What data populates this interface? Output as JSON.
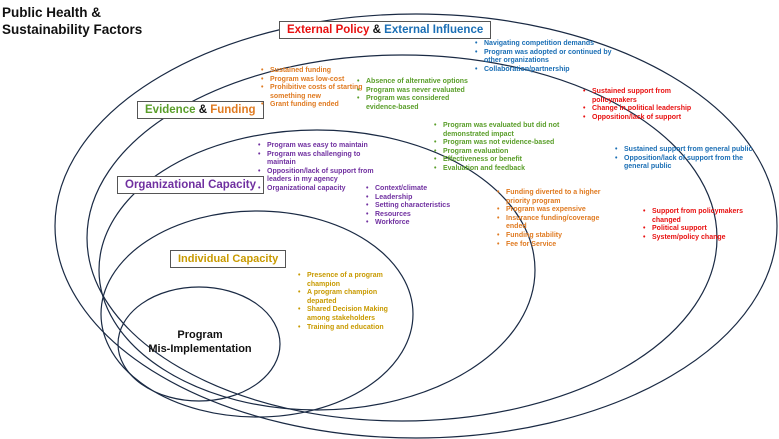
{
  "title": "Public Health & Sustainability Factors",
  "labels": {
    "external_a": "External Policy",
    "external_amp": " & ",
    "external_b": "External Influence",
    "evidence_a": "Evidence",
    "evidence_amp": " & ",
    "evidence_b": "Funding",
    "organizational": "Organizational Capacity",
    "individual": "Individual Capacity",
    "core_line1": "Program",
    "core_line2": "Mis-Implementation"
  },
  "colors": {
    "external_policy": "#e81010",
    "external_influence": "#1b6fb5",
    "evidence": "#5a9e2a",
    "funding": "#e07b22",
    "organizational": "#7030a0",
    "individual": "#c89a00"
  },
  "lists": {
    "funding_orange": [
      "Sustained funding",
      "Program was low-cost",
      "Prohibitive costs of starting something new",
      "Grant funding ended"
    ],
    "evidence_green_top": [
      "Absence of alternative options",
      "Program was never evaluated",
      "Program was considered evidence-based"
    ],
    "external_blue_top": [
      "Navigating competition demands",
      "Program was adopted or continued by other organizations",
      "Collaboration/partnership"
    ],
    "external_red_1": [
      "Sustained support from policymakers",
      "Change in political leadership",
      "Opposition/lack of support"
    ],
    "evidence_green_mid": [
      "Program was evaluated but did not demonstrated impact",
      "Program was not evidence-based",
      "Program evaluation",
      "Effectiveness or benefit",
      "Evaluation and feedback"
    ],
    "external_blue_mid": [
      "Sustained support from general public",
      "Opposition/lack of support from the general public"
    ],
    "org_purple_left": [
      "Program was easy to maintain",
      "Program was challenging to maintain",
      "Opposition/lack of support from leaders in my agency",
      "Organizational capacity"
    ],
    "org_purple_right": [
      "Context/climate",
      "Leadership",
      "Setting characteristics",
      "Resources",
      "Workforce"
    ],
    "funding_orange_mid": [
      "Funding diverted to a higher priority program",
      "Program was expensive",
      "Insurance funding/coverage ended",
      "Funding stability",
      "Fee for Service"
    ],
    "external_red_2": [
      "Support from policymakers changed",
      "Political support",
      "System/policy change"
    ],
    "individual_gold": [
      "Presence of a program champion",
      "A program champion departed",
      "Shared Decision Making among stakeholders",
      "Training and education"
    ]
  }
}
